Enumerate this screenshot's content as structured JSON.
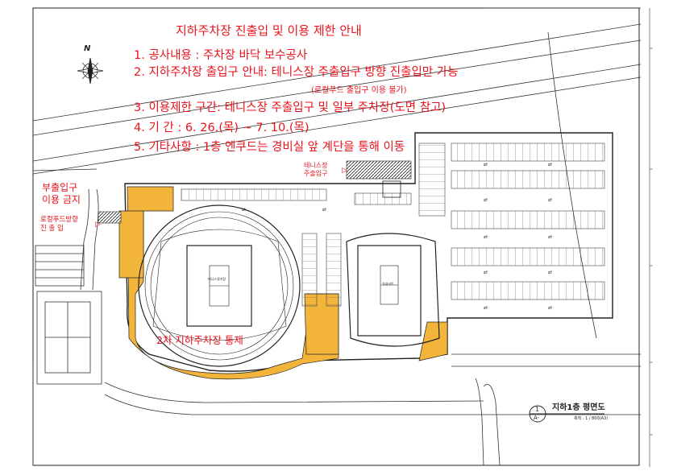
{
  "notice": {
    "title": "지하주차장 진출입 및 이용 제한 안내",
    "lines": [
      "1. 공사내용 : 주차장 바닥 보수공사",
      "2. 지하주차장 출입구 안내: 테니스장 주출입구 방향 진출입만 가능",
      "(로컬푸드 출입구 이용 불가)",
      "3. 이용제한 구간: 테니스장 주출입구 및 일부 주차장(도면 참고)",
      "4. 기      간 : 6. 26.(목) ~ 7. 10.(목)",
      "5. 기타사항 : 1층 엔쿠드는 경비실 앞 계단을 통해 이동"
    ],
    "color": "#e8131b"
  },
  "labels": {
    "tennis_entrance": [
      "테니스장",
      "주출입구"
    ],
    "sub_entrance": [
      "부출입구",
      "이용 금지"
    ],
    "localfood": [
      "로컬푸드방향",
      "진 출 입"
    ],
    "zone_closed": "2차 지하주차장 통제",
    "court_label_1": "테니스경기장",
    "court_label_2": "실내코트"
  },
  "title_block": {
    "number": "1",
    "sheet": "A-",
    "title": "지하1층 평면도",
    "scale": "축척 : 1 / 800(A3)"
  },
  "compass": {
    "letter": "N"
  },
  "colors": {
    "closed_zone": "#f3b43c",
    "line": "#1a1a1a",
    "text_red": "#e8131b"
  }
}
